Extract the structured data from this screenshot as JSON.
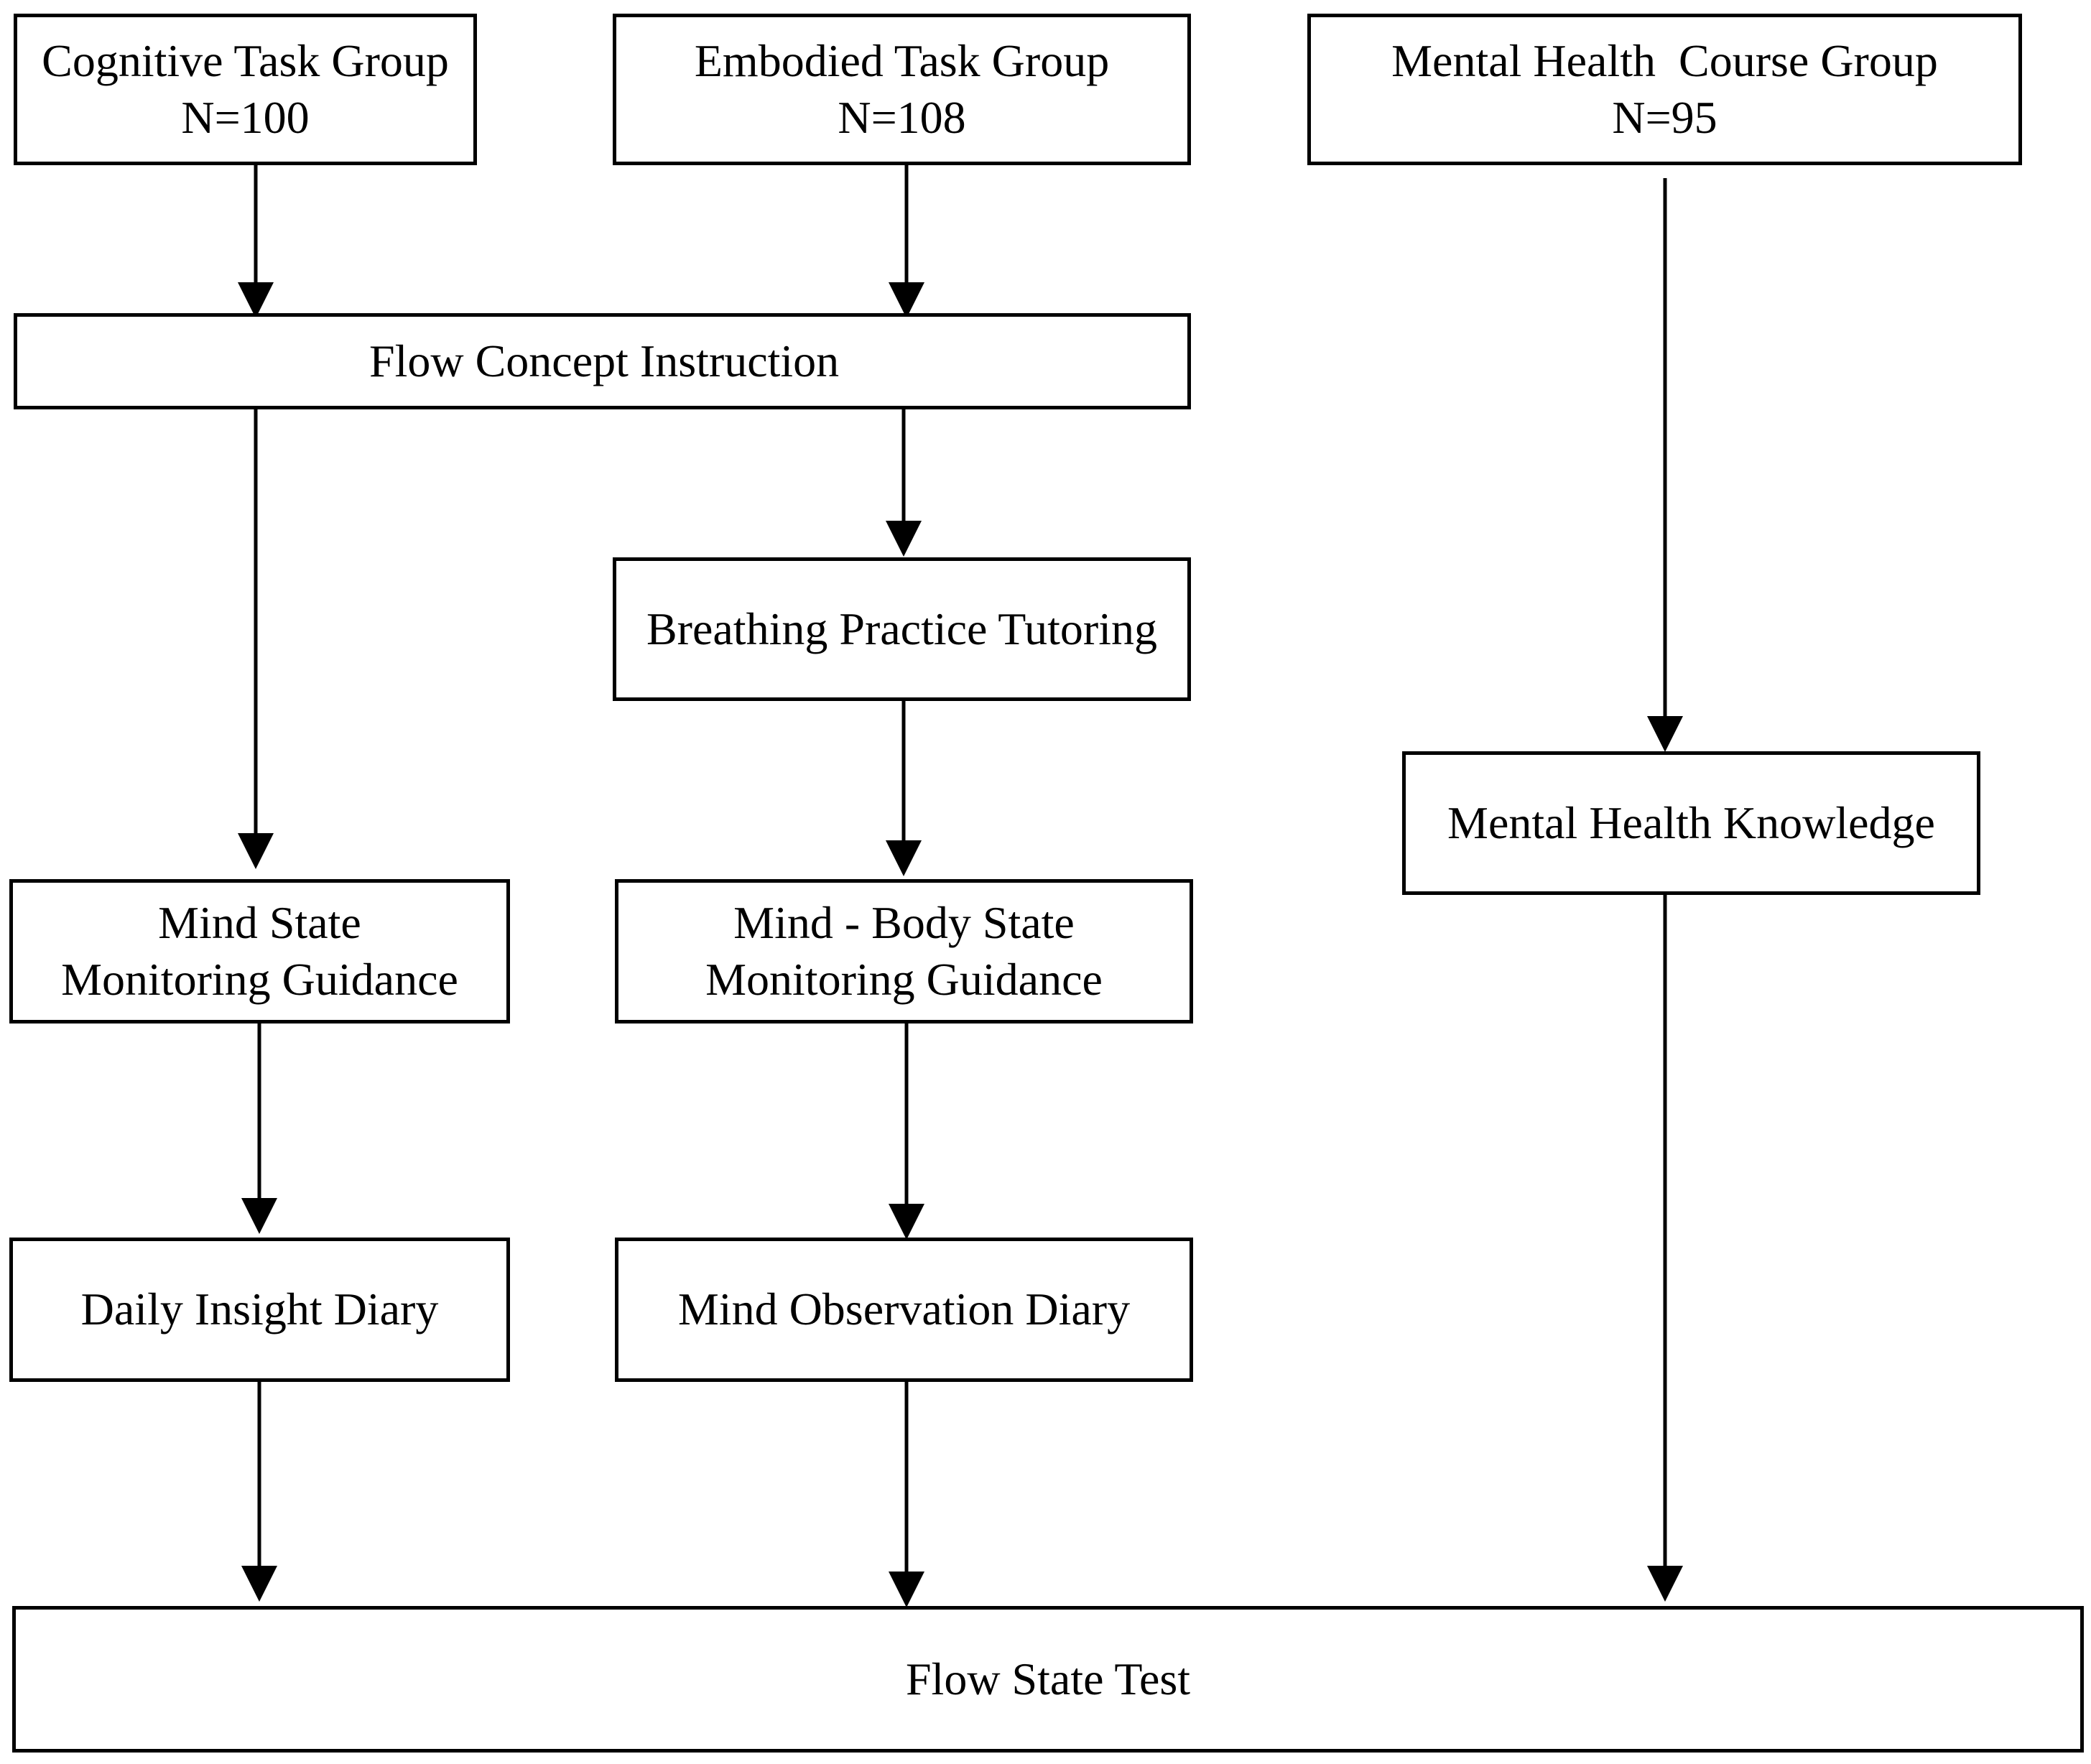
{
  "diagram": {
    "nodes": {
      "cognitive_group": {
        "lines": [
          "Cognitive Task Group",
          "N=100"
        ]
      },
      "embodied_group": {
        "lines": [
          "Embodied Task Group",
          "N=108"
        ]
      },
      "mental_health_group": {
        "lines": [
          "Mental Health  Course Group",
          "N=95"
        ]
      },
      "flow_concept_instruction": {
        "lines": [
          "Flow Concept Instruction"
        ]
      },
      "breathing_practice_tutoring": {
        "lines": [
          "Breathing Practice Tutoring"
        ]
      },
      "mental_health_knowledge": {
        "lines": [
          "Mental Health Knowledge"
        ]
      },
      "mind_state_monitoring": {
        "lines": [
          "Mind State",
          "Monitoring Guidance"
        ]
      },
      "mind_body_state_monitoring": {
        "lines": [
          "Mind - Body State",
          "Monitoring Guidance"
        ]
      },
      "daily_insight_diary": {
        "lines": [
          "Daily Insight Diary"
        ]
      },
      "mind_observation_diary": {
        "lines": [
          "Mind Observation Diary"
        ]
      },
      "flow_state_test": {
        "lines": [
          "Flow State Test"
        ]
      }
    },
    "edges": [
      {
        "from": "cognitive_group",
        "to": "flow_concept_instruction"
      },
      {
        "from": "embodied_group",
        "to": "flow_concept_instruction"
      },
      {
        "from": "flow_concept_instruction",
        "to": "mind_state_monitoring"
      },
      {
        "from": "flow_concept_instruction",
        "to": "breathing_practice_tutoring"
      },
      {
        "from": "breathing_practice_tutoring",
        "to": "mind_body_state_monitoring"
      },
      {
        "from": "mind_state_monitoring",
        "to": "daily_insight_diary"
      },
      {
        "from": "mind_body_state_monitoring",
        "to": "mind_observation_diary"
      },
      {
        "from": "mental_health_group",
        "to": "mental_health_knowledge"
      },
      {
        "from": "daily_insight_diary",
        "to": "flow_state_test"
      },
      {
        "from": "mind_observation_diary",
        "to": "flow_state_test"
      },
      {
        "from": "mental_health_knowledge",
        "to": "flow_state_test"
      }
    ]
  }
}
